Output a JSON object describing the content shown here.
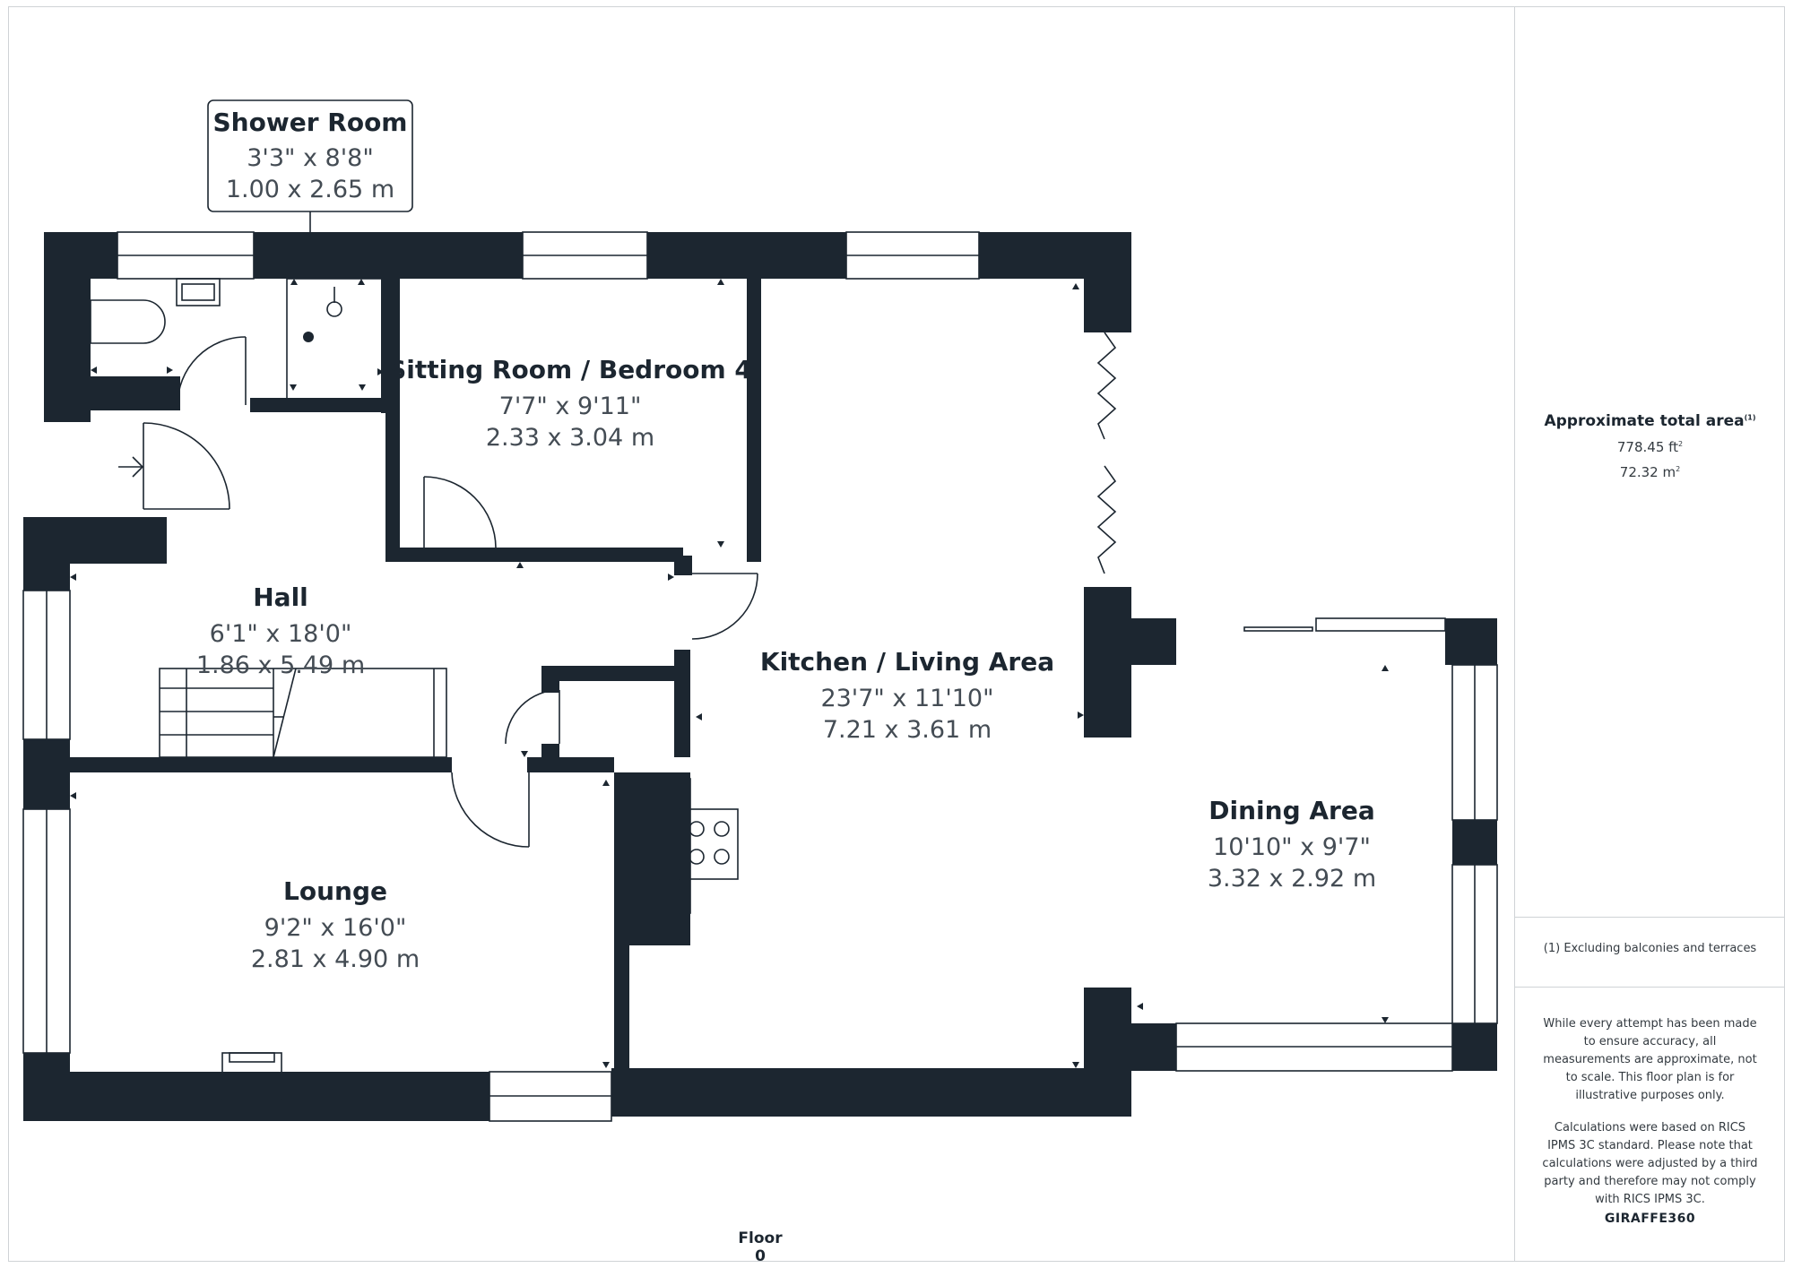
{
  "rooms": {
    "shower": {
      "name": "Shower Room",
      "imperial": "3'3\" x 8'8\"",
      "metric": "1.00 x 2.65 m"
    },
    "sitting": {
      "name": "Sitting Room / Bedroom 4",
      "imperial": "7'7\" x 9'11\"",
      "metric": "2.33 x 3.04 m"
    },
    "hall": {
      "name": "Hall",
      "imperial": "6'1\" x 18'0\"",
      "metric": "1.86 x 5.49 m"
    },
    "kitchen": {
      "name": "Kitchen / Living Area",
      "imperial": "23'7\" x 11'10\"",
      "metric": "7.21 x 3.61 m"
    },
    "lounge": {
      "name": "Lounge",
      "imperial": "9'2\" x 16'0\"",
      "metric": "2.81 x 4.90 m"
    },
    "dining": {
      "name": "Dining Area",
      "imperial": "10'10\" x 9'7\"",
      "metric": "3.32 x 2.92 m"
    }
  },
  "floor_label": "Floor 0",
  "sidebar": {
    "area_title": "Approximate total area",
    "area_note_marker": "(1)",
    "area_ft": "778.45 ft",
    "area_m": "72.32 m",
    "squared": "2",
    "footnote": "(1) Excluding balconies and terraces",
    "disclaimer_1": "While every attempt has been made to ensure accuracy, all measurements are approximate, not to scale. This floor plan is for illustrative purposes only.",
    "disclaimer_2": "Calculations were based on RICS IPMS 3C standard. Please note that calculations were adjusted by a third party and therefore may not comply with RICS IPMS 3C.",
    "brand_part1": "GIRAFFE",
    "brand_part2": "360"
  },
  "colors": {
    "wall": "#1c2630",
    "frame": "#cfd3d6",
    "text_secondary": "#444c54"
  }
}
